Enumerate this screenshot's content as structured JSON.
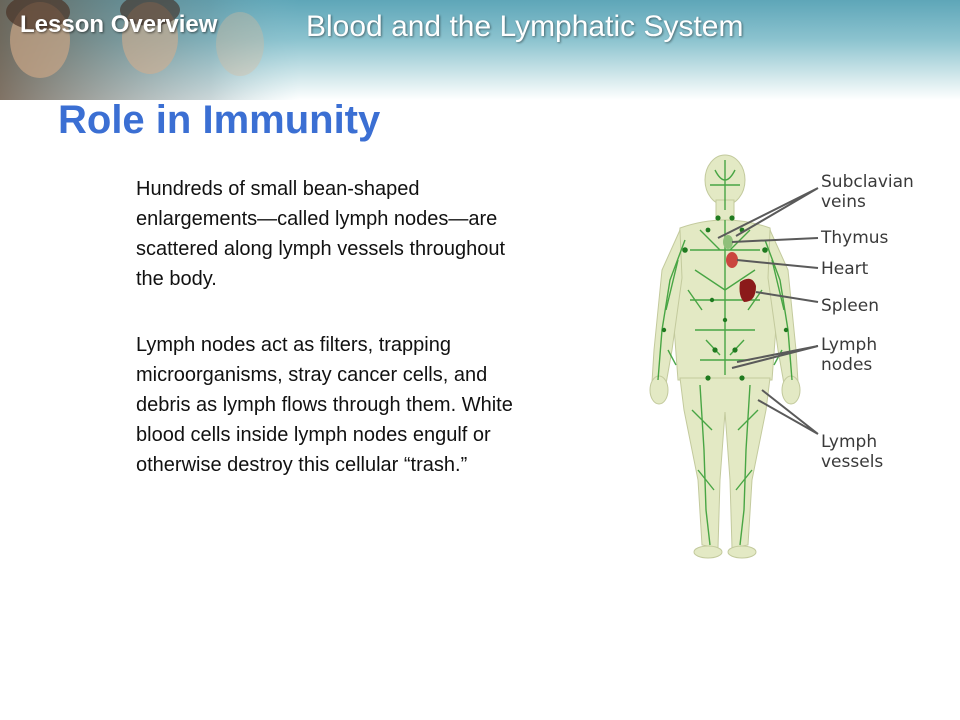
{
  "header": {
    "label": "Lesson Overview",
    "title": "Blood and the Lymphatic System"
  },
  "slide": {
    "title": "Role in Immunity",
    "paragraphs": [
      "Hundreds of small bean-shaped enlargements—called lymph nodes—are scattered along lymph vessels throughout the body.",
      "Lymph nodes act as filters, trapping microorganisms, stray cancer cells, and debris as lymph flows through them. White blood cells inside lymph nodes engulf or otherwise destroy this cellular “trash.”"
    ]
  },
  "figure": {
    "labels": {
      "subclavian": "Subclavian",
      "veins": "veins",
      "thymus": "Thymus",
      "heart": "Heart",
      "spleen": "Spleen",
      "lymph_nodes_1": "Lymph",
      "lymph_nodes_2": "nodes",
      "lymph_vessels_1": "Lymph",
      "lymph_vessels_2": "vessels"
    },
    "colors": {
      "body": "#e3e9c4",
      "vessels": "#2e9a2e",
      "spleen": "#8b1a1a",
      "heart": "#c62828"
    }
  }
}
